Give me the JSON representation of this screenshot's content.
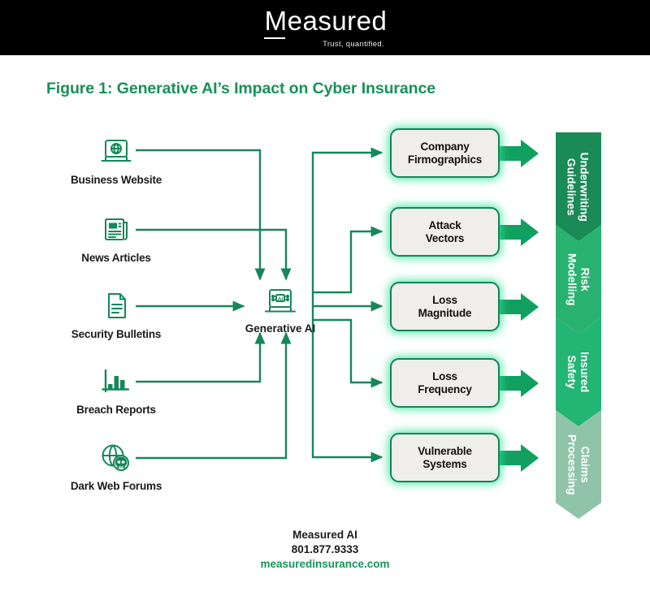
{
  "header": {
    "logo_word": "Measured",
    "logo_tagline": "Trust, quantified."
  },
  "title": "Figure 1: Generative AI’s Impact on Cyber Insurance",
  "colors": {
    "brand_green": "#159257",
    "arrow_green": "#10A060",
    "line_green": "#16875A",
    "box_fill": "#EFEEEB",
    "box_border": "#12855A",
    "glow": "#34E296",
    "header_bg": "#000000"
  },
  "diagram": {
    "sources": [
      {
        "label": "Business Website",
        "icon": "laptop-globe-icon"
      },
      {
        "label": "News Articles",
        "icon": "newspaper-icon"
      },
      {
        "label": "Security Bulletins",
        "icon": "document-icon"
      },
      {
        "label": "Breach Reports",
        "icon": "bar-chart-icon"
      },
      {
        "label": "Dark Web Forums",
        "icon": "globe-skull-icon"
      }
    ],
    "center": {
      "label": "Generative AI",
      "icon": "laptop-ai-chip-icon"
    },
    "outputs": [
      {
        "label_line1": "Company",
        "label_line2": "Firmographics"
      },
      {
        "label_line1": "Attack",
        "label_line2": "Vectors"
      },
      {
        "label_line1": "Loss",
        "label_line2": "Magnitude"
      },
      {
        "label_line1": "Loss",
        "label_line2": "Frequency"
      },
      {
        "label_line1": "Vulnerable",
        "label_line2": "Systems"
      }
    ],
    "ribbon": [
      {
        "line1": "Underwriting",
        "line2": "Guidelines",
        "color": "#1A8A56"
      },
      {
        "line1": "Risk",
        "line2": "Modelling",
        "color": "#29B26F"
      },
      {
        "line1": "Insured",
        "line2": "Safety",
        "color": "#22B573"
      },
      {
        "line1": "Claims",
        "line2": "Processing",
        "color": "#8FC4A8"
      }
    ]
  },
  "footer": {
    "company": "Measured AI",
    "phone": "801.877.9333",
    "website": "measuredinsurance.com"
  }
}
